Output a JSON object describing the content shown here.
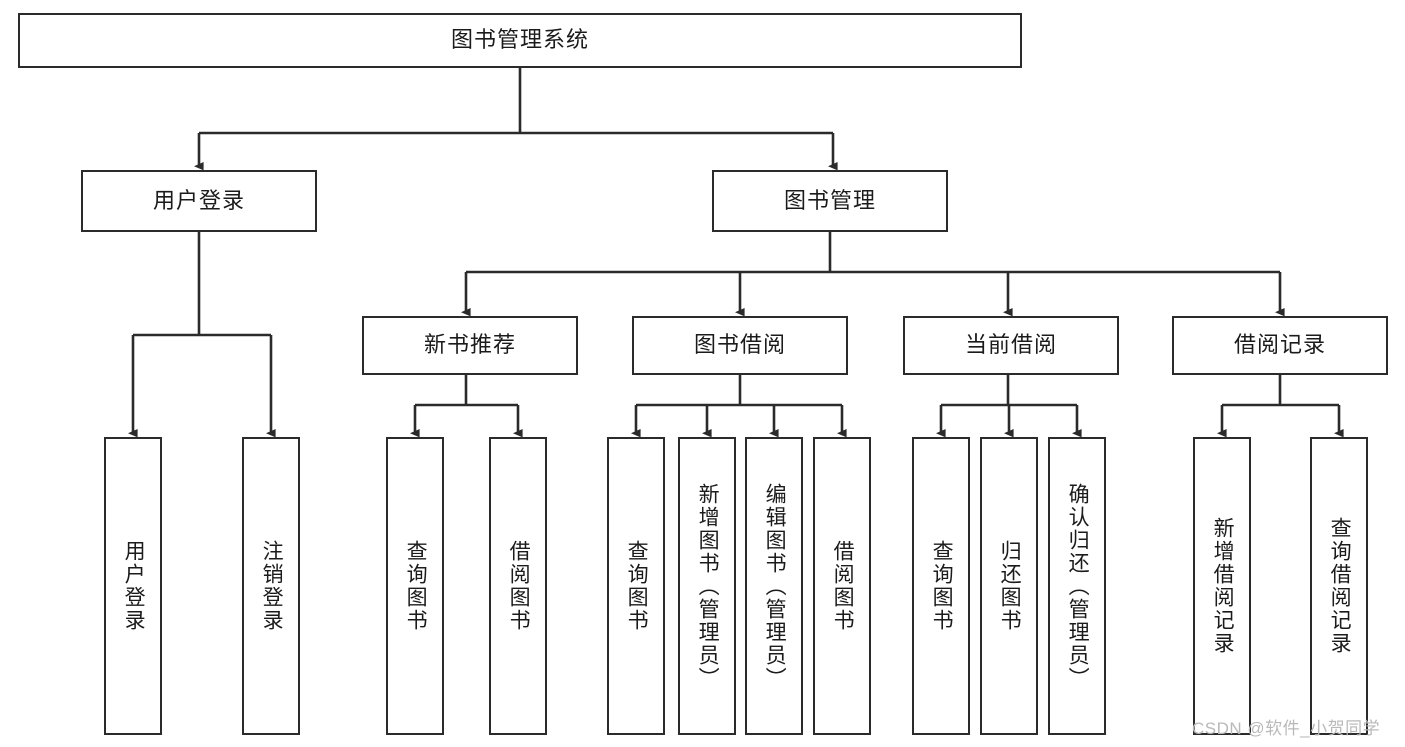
{
  "diagram": {
    "type": "tree-hierarchy",
    "title": "图书管理系统",
    "watermark": "CSDN @软件_小贺同学",
    "colors": {
      "stroke": "#2b2b2b",
      "fill": "#ffffff",
      "text": "#1b1b1b",
      "watermark": "#b9b9b9"
    },
    "nodes": {
      "root": {
        "label": "图书管理系统",
        "level": 1
      },
      "l2": [
        {
          "id": "user-login",
          "label": "用户登录"
        },
        {
          "id": "book-manage",
          "label": "图书管理"
        }
      ],
      "l3": [
        {
          "id": "new-book-rec",
          "label": "新书推荐"
        },
        {
          "id": "book-borrow",
          "label": "图书借阅"
        },
        {
          "id": "current-borrow",
          "label": "当前借阅"
        },
        {
          "id": "borrow-record",
          "label": "借阅记录"
        }
      ],
      "leaves": {
        "user_login": [
          {
            "id": "leaf-user-login",
            "label": "用户登录"
          },
          {
            "id": "leaf-logout-login",
            "label": "注销登录"
          }
        ],
        "new_book_rec": [
          {
            "id": "leaf-query-book-1",
            "label": "查询图书"
          },
          {
            "id": "leaf-borrow-book-1",
            "label": "借阅图书"
          }
        ],
        "book_borrow": [
          {
            "id": "leaf-query-book-2",
            "label": "查询图书"
          },
          {
            "id": "leaf-add-book",
            "label": "新增图书（管理员）"
          },
          {
            "id": "leaf-edit-book",
            "label": "编辑图书（管理员）"
          },
          {
            "id": "leaf-borrow-book-2",
            "label": "借阅图书"
          }
        ],
        "current_borrow": [
          {
            "id": "leaf-query-book-3",
            "label": "查询图书"
          },
          {
            "id": "leaf-return-book",
            "label": "归还图书"
          },
          {
            "id": "leaf-confirm-return",
            "label": "确认归还（管理员）"
          }
        ],
        "borrow_record": [
          {
            "id": "leaf-add-record",
            "label": "新增借阅记录"
          },
          {
            "id": "leaf-query-record",
            "label": "查询借阅记录"
          }
        ]
      }
    },
    "edges": [
      {
        "from": "root",
        "to": "user-login"
      },
      {
        "from": "root",
        "to": "book-manage"
      },
      {
        "from": "user-login",
        "to": "leaf-user-login"
      },
      {
        "from": "user-login",
        "to": "leaf-logout-login"
      },
      {
        "from": "book-manage",
        "to": "new-book-rec"
      },
      {
        "from": "book-manage",
        "to": "book-borrow"
      },
      {
        "from": "book-manage",
        "to": "current-borrow"
      },
      {
        "from": "book-manage",
        "to": "borrow-record"
      },
      {
        "from": "new-book-rec",
        "to": "leaf-query-book-1"
      },
      {
        "from": "new-book-rec",
        "to": "leaf-borrow-book-1"
      },
      {
        "from": "book-borrow",
        "to": "leaf-query-book-2"
      },
      {
        "from": "book-borrow",
        "to": "leaf-add-book"
      },
      {
        "from": "book-borrow",
        "to": "leaf-edit-book"
      },
      {
        "from": "book-borrow",
        "to": "leaf-borrow-book-2"
      },
      {
        "from": "current-borrow",
        "to": "leaf-query-book-3"
      },
      {
        "from": "current-borrow",
        "to": "leaf-return-book"
      },
      {
        "from": "current-borrow",
        "to": "leaf-confirm-return"
      },
      {
        "from": "borrow-record",
        "to": "leaf-add-record"
      },
      {
        "from": "borrow-record",
        "to": "leaf-query-record"
      }
    ]
  }
}
